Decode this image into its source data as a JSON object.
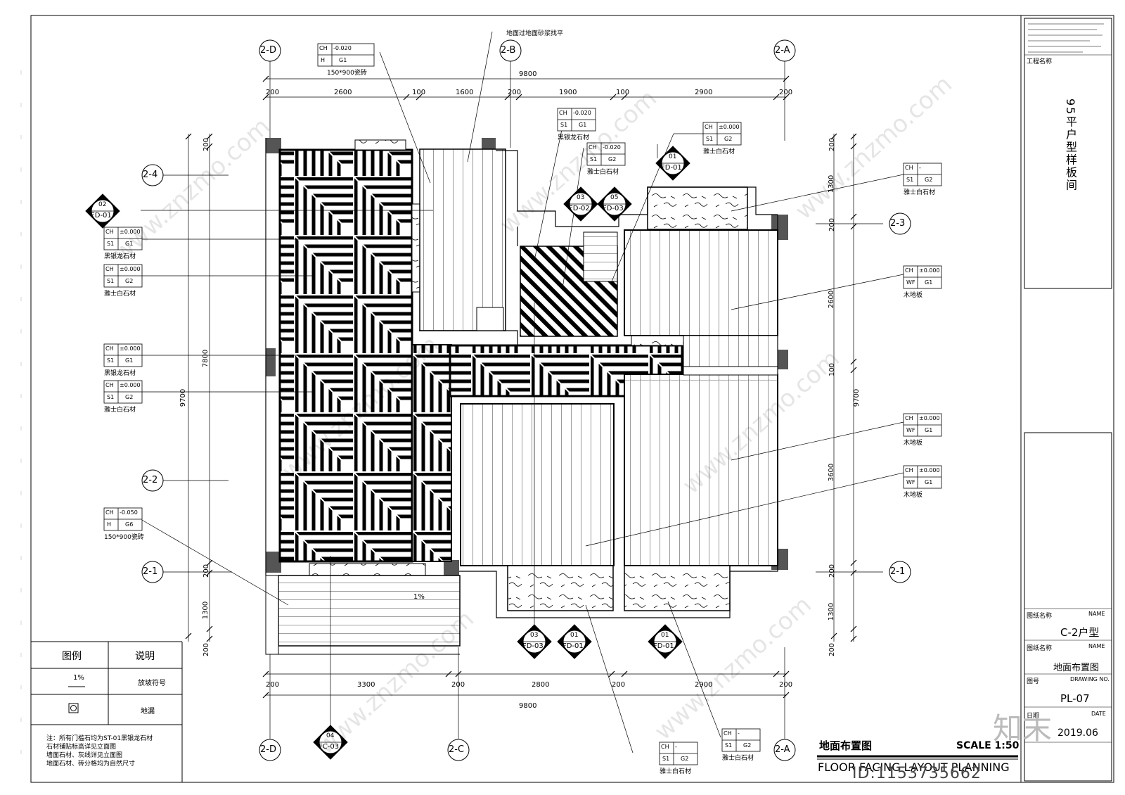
{
  "title_block": {
    "project_label": "工程名称",
    "project_name": "95平户型样板间",
    "drawing_name_label": "图纸名称",
    "unit_type": "C-2户型",
    "drawing_title_label": "图纸名称",
    "drawing_title": "地面布置图",
    "drawing_no_label": "图号",
    "drawing_no_en": "DRAWING NO.",
    "drawing_no": "PL-07",
    "date_label": "日期",
    "date_en": "DATE",
    "date": "2019.06",
    "name_en": "NAME"
  },
  "plan_title": {
    "cn": "地面布置图",
    "en": "FLOOR FACING LAYOUT PLANNING",
    "scale": "SCALE 1:50"
  },
  "grids": {
    "top": [
      "2-D",
      "2-B",
      "2-A"
    ],
    "bottom": [
      "2-D",
      "2-C",
      "2-A"
    ],
    "left": [
      "2-4",
      "2-2",
      "2-1"
    ],
    "right": [
      "2-3",
      "2-1"
    ]
  },
  "dims": {
    "top_total": "9800",
    "top": [
      "200",
      "2600",
      "100",
      "1600",
      "200",
      "1900",
      "100",
      "2900",
      "200"
    ],
    "bottom_total": "9800",
    "bottom": [
      "200",
      "3300",
      "200",
      "2800",
      "200",
      "2900",
      "200"
    ],
    "left_total": "9700",
    "left": [
      "200",
      "7800",
      "200",
      "1300",
      "200"
    ],
    "right_total": "9700",
    "right": [
      "200",
      "1300",
      "200",
      "2600",
      "100",
      "3600",
      "200",
      "1300",
      "200"
    ]
  },
  "tags": [
    {
      "ch": "-0.020",
      "code": "G1",
      "k": "H",
      "note": "150*900瓷砖"
    },
    {
      "ch": "-0.020",
      "code": "G1",
      "k": "S1",
      "note": "黑银龙石材"
    },
    {
      "ch": "-0.020",
      "code": "G2",
      "k": "S1",
      "note": "雅士白石材"
    },
    {
      "ch": "±0.000",
      "code": "G2",
      "k": "S1",
      "note": "雅士白石材"
    },
    {
      "ch": "-",
      "code": "G2",
      "k": "S1",
      "note": "雅士白石材"
    },
    {
      "ch": "±0.000",
      "code": "G1",
      "k": "S1",
      "note": "黑银龙石材"
    },
    {
      "ch": "±0.000",
      "code": "G2",
      "k": "S1",
      "note": "雅士白石材"
    },
    {
      "ch": "±0.000",
      "code": "G1",
      "k": "WF",
      "note": "木地板"
    },
    {
      "ch": "±0.000",
      "code": "G1",
      "k": "S1",
      "note": "黑银龙石材"
    },
    {
      "ch": "±0.000",
      "code": "G2",
      "k": "S1",
      "note": "雅士白石材"
    },
    {
      "ch": "±0.000",
      "code": "G1",
      "k": "WF",
      "note": "木地板"
    },
    {
      "ch": "±0.000",
      "code": "G1",
      "k": "WF",
      "note": "木地板"
    },
    {
      "ch": "-0.050",
      "code": "G6",
      "k": "H",
      "note": "150*900瓷砖"
    },
    {
      "ch": "-",
      "code": "G2",
      "k": "S1",
      "note": "雅士白石材"
    },
    {
      "ch": "-",
      "code": "G2",
      "k": "S1",
      "note": "雅士白石材"
    }
  ],
  "callouts": [
    {
      "num": "02",
      "ref": "FD-01"
    },
    {
      "num": "01",
      "ref": "FD-01"
    },
    {
      "num": "03",
      "ref": "FD-02"
    },
    {
      "num": "05",
      "ref": "FD-03"
    },
    {
      "num": "03",
      "ref": "FD-03"
    },
    {
      "num": "01",
      "ref": "FD-01"
    },
    {
      "num": "01",
      "ref": "FD-01"
    },
    {
      "num": "04",
      "ref": "FC-03"
    }
  ],
  "leader_note": "地面过地面砂浆找平",
  "slope": "1%",
  "legend": {
    "header_symbol": "图例",
    "header_desc": "说明",
    "rows": [
      {
        "symbol": "1%",
        "desc": "放坡符号"
      },
      {
        "symbol": "",
        "desc": "地漏"
      }
    ],
    "note": "注：所有门槛石均为ST-01黑银龙石材\n石材铺贴标高详见立面图\n墙面石材、灰线详见立面图\n地面石材、砖分格均为自然尺寸"
  },
  "watermark": "www.znzmo.com",
  "id_text": "ID:1153735662",
  "logo_text": "知末"
}
